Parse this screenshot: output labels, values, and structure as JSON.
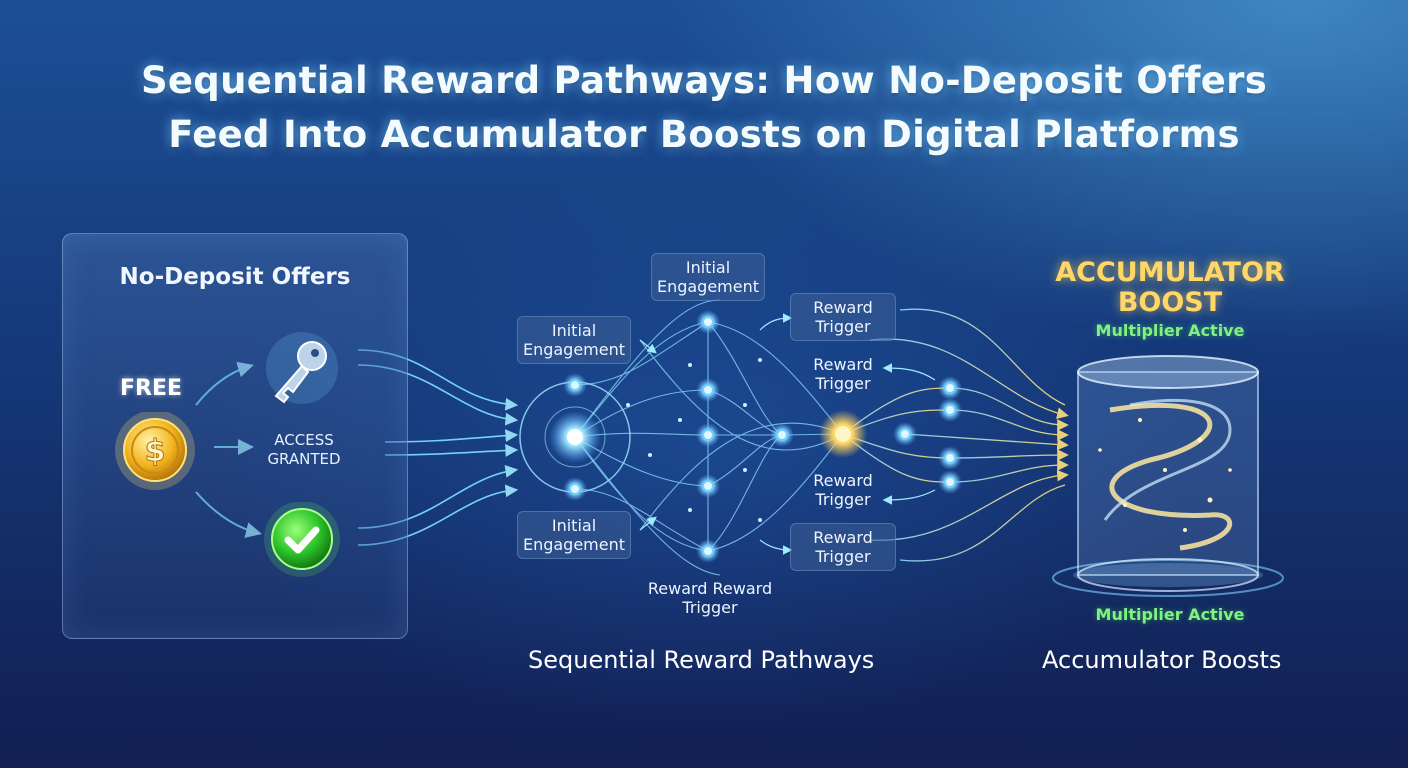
{
  "title": {
    "line1": "Sequential Reward Pathways: How No-Deposit Offers",
    "line2": "Feed Into Accumulator Boosts on Digital Platforms"
  },
  "left_panel": {
    "title": "No-Deposit Offers",
    "free_label": "FREE",
    "access_line1": "ACCESS",
    "access_line2": "GRANTED",
    "icons": [
      "dollar-coin-icon",
      "key-icon",
      "check-circle-icon"
    ]
  },
  "pathway": {
    "engagement_nodes": [
      {
        "line1": "Initial",
        "line2": "Engagement"
      },
      {
        "line1": "Initial",
        "line2": "Engagement"
      },
      {
        "line1": "Initial",
        "line2": "Engagement"
      }
    ],
    "trigger_nodes": [
      {
        "line1": "Reward",
        "line2": "Trigger"
      },
      {
        "line1": "Reward",
        "line2": "Trigger"
      },
      {
        "line1": "Reward",
        "line2": "Trigger"
      },
      {
        "line1": "Reward",
        "line2": "Trigger"
      }
    ],
    "lower_trigger": {
      "line1": "Reward Reward",
      "line2": "Trigger"
    },
    "caption": "Sequential Reward Pathways"
  },
  "boost": {
    "head_line1": "ACCUMULATOR",
    "head_line2": "BOOST",
    "multiplier_top": "Multiplier Active",
    "multiplier_bottom": "Multiplier Active",
    "caption": "Accumulator Boosts",
    "icon": "glowing-cylinder-icon"
  },
  "colors": {
    "accent_cyan": "#7fe3ff",
    "gold": "#ffd766",
    "green": "#7ff27f"
  }
}
